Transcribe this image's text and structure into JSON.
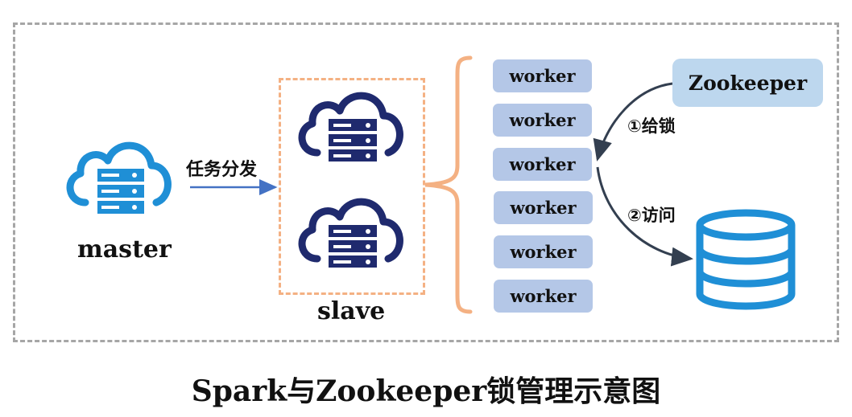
{
  "master": {
    "label": "master"
  },
  "task_dispatch": {
    "label": "任务分发"
  },
  "slave": {
    "label": "slave"
  },
  "workers": [
    "worker",
    "worker",
    "worker",
    "worker",
    "worker",
    "worker"
  ],
  "zookeeper": {
    "label": "Zookeeper"
  },
  "edges": {
    "give_lock": "①给锁",
    "access": "②访问"
  },
  "caption": "Spark与Zookeeper锁管理示意图",
  "colors": {
    "cloud_blue": "#1f8fd6",
    "cloud_navy": "#1f2a6e",
    "worker_fill": "#b4c7e7",
    "zookeeper_fill": "#bdd7ee",
    "slave_border": "#f4b183",
    "brace": "#f4b183",
    "frame_border": "#a6a6a6",
    "database": "#1f8fd6"
  },
  "icons": [
    "cloud-server-icon",
    "database-icon"
  ]
}
